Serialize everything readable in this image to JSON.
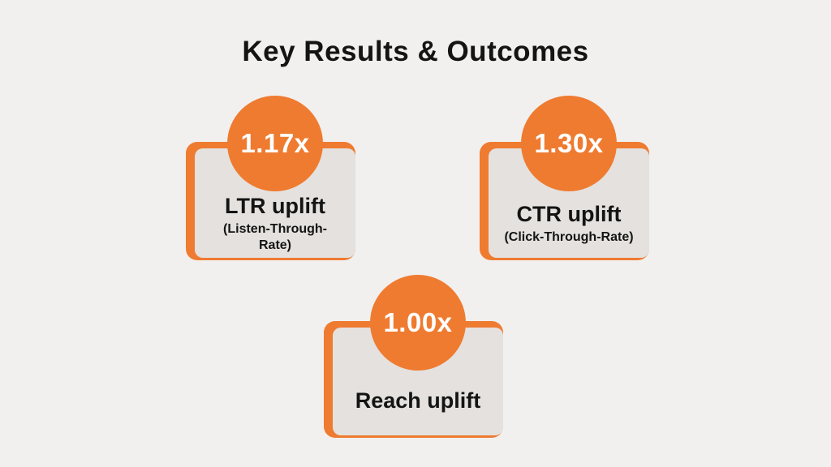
{
  "slide": {
    "title": "Key Results & Outcomes",
    "background_color": "#F1F0EE",
    "accent_color": "#EF7B30",
    "card_color": "#E4E1DE",
    "text_color": "#141414",
    "value_text_color": "#FFFFFF",
    "cards": [
      {
        "value": "1.17x",
        "label": "LTR uplift",
        "sublabel": "(Listen-Through-Rate)"
      },
      {
        "value": "1.30x",
        "label": "CTR uplift",
        "sublabel": "(Click-Through-Rate)"
      },
      {
        "value": "1.00x",
        "label": "Reach uplift",
        "sublabel": ""
      }
    ]
  }
}
